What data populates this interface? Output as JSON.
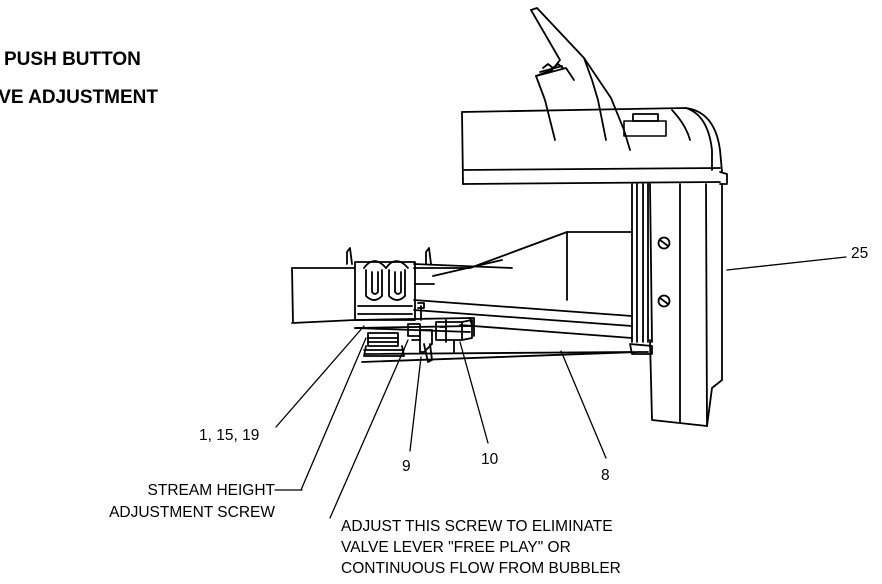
{
  "title": {
    "line1": "PUSH BUTTON",
    "line2": "LVE ADJUSTMENT"
  },
  "callouts": {
    "part_25": "25",
    "part_1_15_19": "1, 15, 19",
    "part_9": "9",
    "part_10": "10",
    "part_8": "8",
    "stream_line1": "STREAM HEIGHT",
    "stream_line2": "ADJUSTMENT SCREW",
    "note_line1": "ADJUST THIS SCREW TO ELIMINATE",
    "note_line2": "VALVE LEVER \"FREE PLAY\" OR",
    "note_line3": "CONTINUOUS FLOW FROM BUBBLER"
  }
}
